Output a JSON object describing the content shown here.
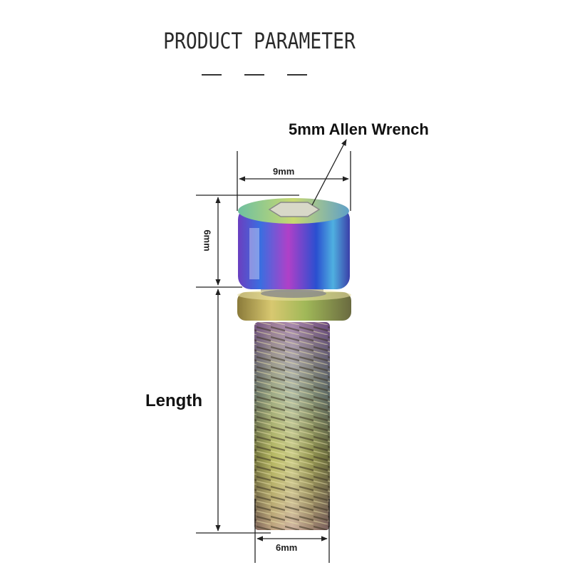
{
  "header": {
    "title": "PRODUCT PARAMETER"
  },
  "labels": {
    "wrench": "5mm Allen Wrench",
    "length": "Length"
  },
  "dimensions": {
    "head_width": "9mm",
    "head_height": "6mm",
    "thread_diameter": "6mm"
  },
  "colors": {
    "text": "#111111",
    "dimension_line": "#222222",
    "bolt_blue": "#2a6fd6",
    "bolt_purple": "#7b3fc4",
    "bolt_gold": "#c9b24a",
    "bolt_green": "#5fa36b"
  }
}
